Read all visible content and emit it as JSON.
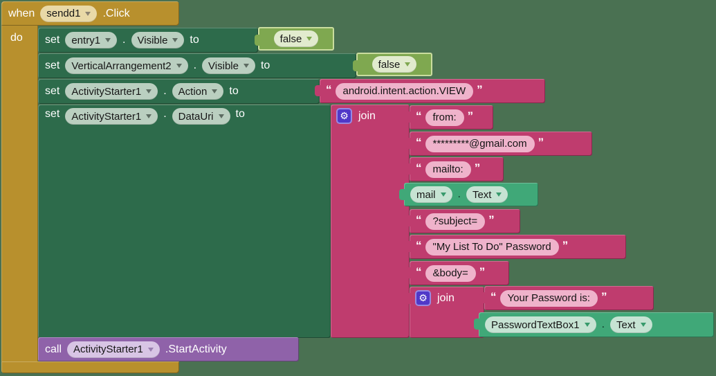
{
  "colors": {
    "canvas_bg": "#4A7152",
    "event_block_gold": "#B8902D",
    "setter_block_green": "#2D6B4B",
    "getter_block_jade": "#40A878",
    "text_block_magenta": "#BF3C6E",
    "logic_block_green": "#7FA850",
    "call_block_purple": "#8F62A9",
    "mutator_gear_indigo": "#5038C8"
  },
  "when_block": {
    "keyword": "when",
    "component": "sendd1",
    "event_suffix": ".Click",
    "do_label": "do"
  },
  "setters": [
    {
      "keyword": "set",
      "component": "entry1",
      "dot": ".",
      "property": "Visible",
      "to_label": "to"
    },
    {
      "keyword": "set",
      "component": "VerticalArrangement2",
      "dot": ".",
      "property": "Visible",
      "to_label": "to"
    },
    {
      "keyword": "set",
      "component": "ActivityStarter1",
      "dot": ".",
      "property": "Action",
      "to_label": "to"
    },
    {
      "keyword": "set",
      "component": "ActivityStarter1",
      "dot": ".",
      "property": "DataUri",
      "to_label": "to"
    }
  ],
  "logic_blocks": [
    {
      "label": "false"
    },
    {
      "label": "false"
    }
  ],
  "join_blocks": [
    {
      "label": "join"
    },
    {
      "label": "join"
    }
  ],
  "string_blocks": [
    {
      "value": "android.intent.action.VIEW"
    },
    {
      "value": "from:"
    },
    {
      "value": "*********@gmail.com"
    },
    {
      "value": "mailto:"
    },
    {
      "value": "?subject="
    },
    {
      "value": "\"My List To Do\" Password"
    },
    {
      "value": "&body="
    },
    {
      "value": "Your Password is:"
    }
  ],
  "getter_blocks": [
    {
      "component": "mail",
      "dot": ".",
      "property": "Text"
    },
    {
      "component": "PasswordTextBox1",
      "dot": ".",
      "property": "Text"
    }
  ],
  "call_block": {
    "keyword": "call",
    "component": "ActivityStarter1",
    "method_suffix": ".StartActivity"
  },
  "punctuation": {
    "quote_open": "“",
    "quote_close": "”"
  },
  "icons": {
    "gear": "⚙"
  }
}
